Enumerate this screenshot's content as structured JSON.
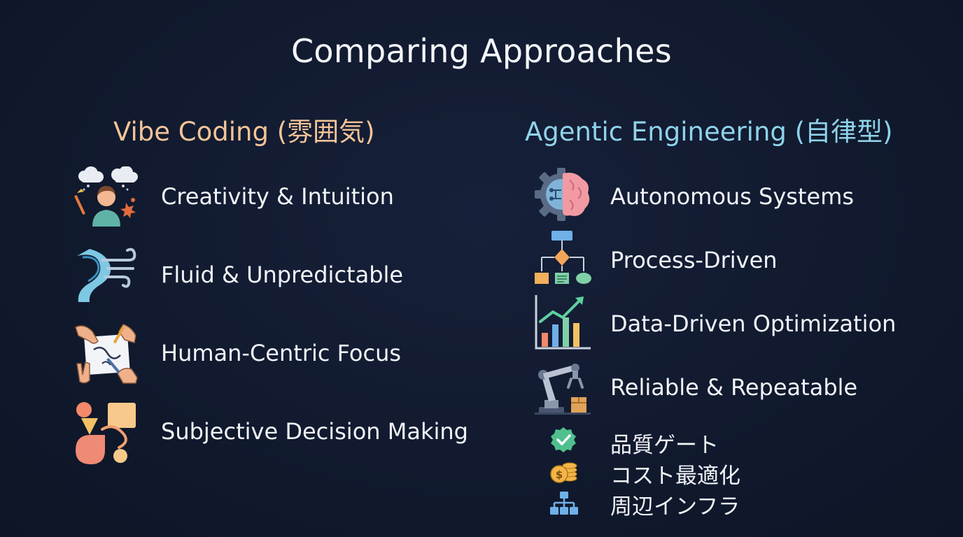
{
  "title": "Comparing Approaches",
  "left": {
    "heading": "Vibe Coding (雰囲気)",
    "items": [
      {
        "label": "Creativity & Intuition",
        "icon": "creative-person-icon"
      },
      {
        "label": "Fluid & Unpredictable",
        "icon": "river-wind-icon"
      },
      {
        "label": "Human-Centric Focus",
        "icon": "hands-collaboration-icon"
      },
      {
        "label": "Subjective Decision Making",
        "icon": "abstract-shapes-icon"
      }
    ]
  },
  "right": {
    "heading": "Agentic Engineering (自律型)",
    "items": [
      {
        "label": "Autonomous Systems",
        "icon": "brain-gear-icon"
      },
      {
        "label": "Process-Driven",
        "icon": "flowchart-icon"
      },
      {
        "label": "Data-Driven Optimization",
        "icon": "growth-chart-icon"
      },
      {
        "label": "Reliable & Repeatable",
        "icon": "robot-arm-icon"
      },
      {
        "label": "品質ゲート",
        "icon": "check-badge-icon"
      },
      {
        "label": "コスト最適化",
        "icon": "coins-icon"
      },
      {
        "label": "周辺インフラ",
        "icon": "hierarchy-icon"
      }
    ]
  },
  "colors": {
    "background": "#111a2e",
    "left_heading": "#f3c498",
    "right_heading": "#8fd3ea",
    "text": "#f2f4f8"
  }
}
